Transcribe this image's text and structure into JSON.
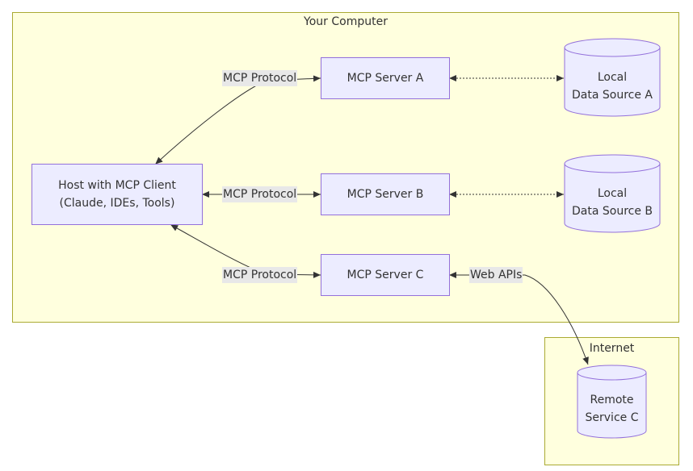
{
  "clusters": {
    "computer": "Your Computer",
    "internet": "Internet"
  },
  "nodes": {
    "host": {
      "line1": "Host with MCP Client",
      "line2": "(Claude, IDEs, Tools)"
    },
    "server_a": "MCP Server A",
    "server_b": "MCP Server B",
    "server_c": "MCP Server C",
    "data_a": {
      "line1": "Local",
      "line2": "Data Source A"
    },
    "data_b": {
      "line1": "Local",
      "line2": "Data Source B"
    },
    "remote_c": {
      "line1": "Remote",
      "line2": "Service C"
    }
  },
  "edge_labels": {
    "protocol_a": "MCP Protocol",
    "protocol_b": "MCP Protocol",
    "protocol_c": "MCP Protocol",
    "web_apis": "Web APIs"
  },
  "colors": {
    "cluster_fill": "#ffffde",
    "cluster_stroke": "#aaaa33",
    "node_fill": "#ececff",
    "node_stroke": "#9370db",
    "edge": "#333333",
    "label_bg": "#e8e8e8"
  }
}
